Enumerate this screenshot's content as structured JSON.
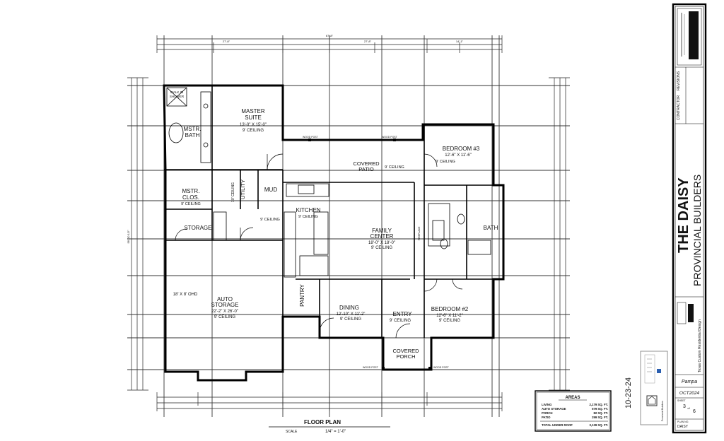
{
  "rooms": {
    "master_suite": {
      "name1": "MASTER",
      "name2": "SUITE",
      "dims": "13'-0\" X 15'-0\"",
      "ceiling": "9' CEILING"
    },
    "mstr_bath": {
      "name1": "MSTR.",
      "name2": "BATH"
    },
    "walk_in_shower": {
      "name1": "WALK IN",
      "name2": "SHOWER"
    },
    "mstr_clos": {
      "name1": "MSTR.",
      "name2": "CLOS.",
      "ceiling": "9' CEILING"
    },
    "utility": {
      "name": "UTILITY",
      "ceiling": "10' CEILING"
    },
    "mud": {
      "name": "MUD",
      "ceiling": "9' CEILING"
    },
    "storage": {
      "name": "STORAGE"
    },
    "covered_patio": {
      "name1": "COVERED",
      "name2": "PATIO",
      "ceiling": "9' CEILING"
    },
    "kitchen": {
      "name": "KITCHEN",
      "ceiling": "9' CEILING"
    },
    "family_center": {
      "name1": "FAMILY",
      "name2": "CENTER",
      "dims": "18'-0\" X 18'-0\"",
      "ceiling": "9' CEILING"
    },
    "bedroom3": {
      "name": "BEDROOM #3",
      "dims": "12'-6\" X 11'-6\"",
      "ceiling": "9' CEILING"
    },
    "bath": {
      "name": "BATH"
    },
    "auto_storage": {
      "name1": "AUTO",
      "name2": "STORAGE",
      "dims": "22'-2\" X 26'-0\"",
      "ceiling": "9' CEILING",
      "door": "18' X 8' OHD"
    },
    "pantry": {
      "name": "PANTRY"
    },
    "dining": {
      "name": "DINING",
      "dims": "12'-10\" X 11'-2\"",
      "ceiling": "9' CEILING"
    },
    "entry": {
      "name": "ENTRY",
      "ceiling": "9' CEILING"
    },
    "bedroom2": {
      "name": "BEDROOM #2",
      "dims": "12'-6\" X 11'-2\"",
      "ceiling": "9' CEILING"
    },
    "covered_porch": {
      "name1": "COVERED",
      "name2": "PORCH"
    }
  },
  "notes": {
    "wood_post": "WOOD POST",
    "fireplace": "FIREPLACE",
    "overall_dim": "67'-8\"",
    "dim_left1": "27'-8\"",
    "dim_right1": "27'-8\"",
    "dim_far_right": "14'-1\"",
    "side_dim": "58'-10 1/2\""
  },
  "floor_plan": {
    "title": "FLOOR PLAN",
    "scale_label": "SCALE",
    "scale_value": "1/4\" = 1'-0\""
  },
  "areas": {
    "title": "AREAS",
    "rows": [
      {
        "label": "LIVING",
        "value": "2,179 SQ. FT."
      },
      {
        "label": "AUTO STORAGE",
        "value": "579 SQ. FT."
      },
      {
        "label": "PORCH",
        "value": "82 SQ. FT."
      },
      {
        "label": "PATIO",
        "value": "299 SQ. FT."
      }
    ],
    "total_label": "TOTAL UNDER ROOF",
    "total_value": "3,139 SQ. FT."
  },
  "date": "10-23-24",
  "title_block": {
    "plan_name": "THE DAISY",
    "builder": "PROVINCIAL BUILDERS",
    "designer": "Texas Custom Residential Design",
    "location": "Pampa",
    "date_code": "OCT2024",
    "sheet_label": "SHEET",
    "sheet_num": "3",
    "sheet_of": "of",
    "sheet_total": "6",
    "plan_label": "PLAN NO.",
    "plan_value": "DAISY",
    "contractor_label": "CONTRACTOR",
    "revisions_label": "REVISIONS",
    "logo_text": "Provincial Builders"
  }
}
